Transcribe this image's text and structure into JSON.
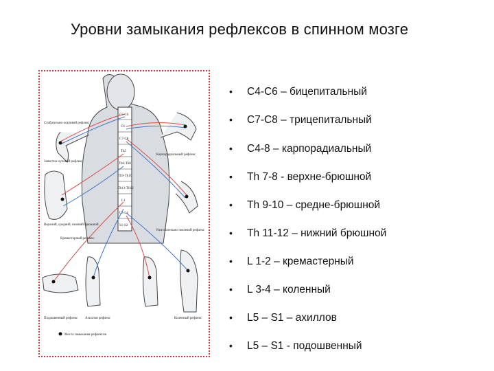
{
  "title": "Уровни замыкания рефлексов в спинном мозге",
  "reflexes": [
    {
      "bullet": "•",
      "text": "С4-С6 – бицепитальный"
    },
    {
      "bullet": "•",
      "text": "С7-С8 – трицепитальный"
    },
    {
      "bullet": "•",
      "text": "С4-8 – карпорадиальный"
    },
    {
      "bullet": "•",
      "text": "Th 7-8 - верхне-брюшной"
    },
    {
      "bullet": "•",
      "text": "Th 9-10 – средне-брюшной"
    },
    {
      "bullet": "•",
      "text": "Th 11-12 – нижний брюшной"
    },
    {
      "bullet": "•",
      "text": "L 1-2 – кремастерный"
    },
    {
      "bullet": "•",
      "text": "L 3-4 – коленный"
    },
    {
      "bullet": "•",
      "text": "L5 – S1 – ахиллов"
    },
    {
      "bullet": "•",
      "text": "L5 – S1 - подошвенный"
    }
  ],
  "figure": {
    "labels": {
      "biceps": "Сгибательно-локтевой рефлекс",
      "triceps": "Разгибательно-локтевой рефлекс",
      "upper_abd": "Запястно-лучевой рефлекс",
      "abdominal": "Верхний, средний, нижний брюшной",
      "cremaster": "Кремастерный рефлекс",
      "radial": "Карпорадиальный рефлекс",
      "plantar": "Подошвенный рефлекс",
      "achilles": "Ахиллов рефлекс",
      "knee": "Коленный рефлекс",
      "legend": "Места замыкания рефлексов",
      "seg_c5": "C5-C6",
      "seg_c6": "C6",
      "seg_c7": "C7-C8",
      "seg_th5": "Th5",
      "seg_th6": "Th6-Th8",
      "seg_th9": "Th9-Th10",
      "seg_th11": "Th11-Th12",
      "seg_l1": "L1",
      "seg_l3": "L3-L4",
      "seg_s1": "S1-S2"
    },
    "colors": {
      "frame": "#d9332b",
      "nerve_red": "#d94a4a",
      "nerve_blue": "#3f77c9",
      "body_shade": "#d9dce0"
    }
  }
}
